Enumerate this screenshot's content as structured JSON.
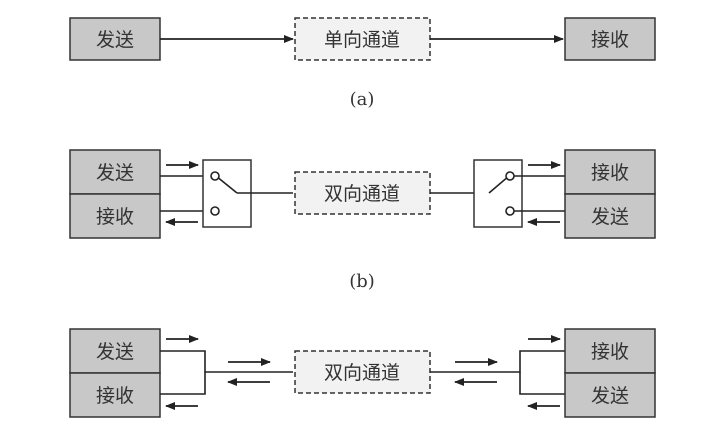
{
  "panel_a": {
    "sender": "发送",
    "channel": "单向通道",
    "receiver": "接收",
    "caption": "(a)"
  },
  "panel_b": {
    "left_top": "发送",
    "left_bottom": "接收",
    "channel": "双向通道",
    "right_top": "接收",
    "right_bottom": "发送",
    "caption": "(b)"
  },
  "panel_c": {
    "left_top": "发送",
    "left_bottom": "接收",
    "channel": "双向通道",
    "right_top": "接收",
    "right_bottom": "发送"
  },
  "colors": {
    "box_fill": "#c8c8c8",
    "channel_fill": "#f2f2f2",
    "stroke": "#333333"
  }
}
